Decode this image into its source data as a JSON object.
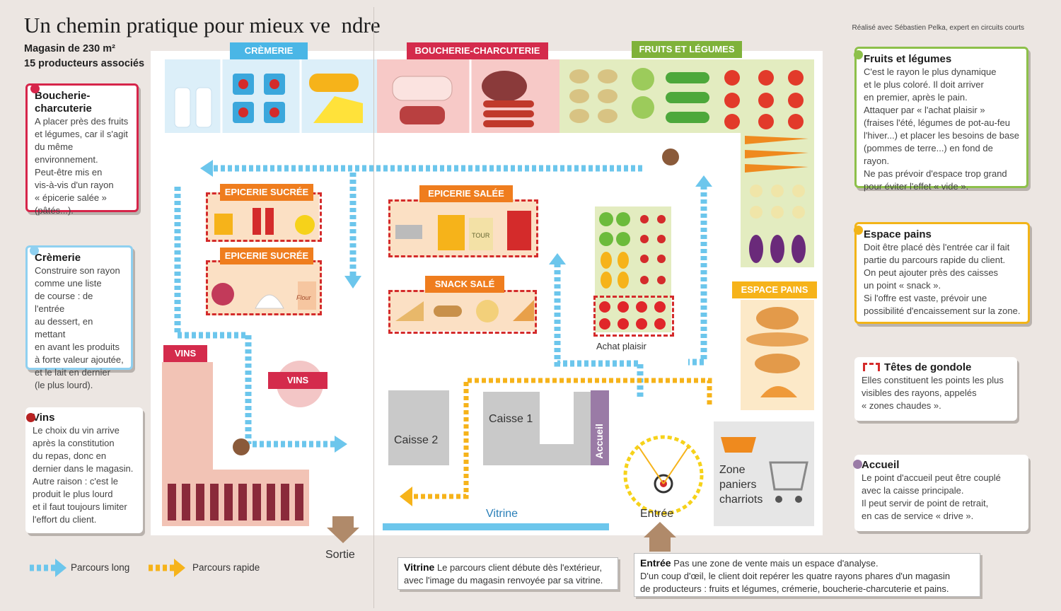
{
  "header": {
    "title": "Un chemin pratique pour mieux ve  ndre",
    "subtitle_1": "Magasin de 230 m²",
    "subtitle_2": "15 producteurs associés",
    "credit": "Réalisé avec Sébastien Pelka, expert en circuits courts"
  },
  "left_cards": {
    "boucherie": {
      "title": "Boucherie-\ncharcuterie",
      "text": "A placer près des fruits\net légumes, car il s'agit\ndu même environnement.\nPeut-être mis en\nvis-à-vis d'un rayon\n« épicerie salée »\n(pâtés...).",
      "color": "#d6254a"
    },
    "cremerie": {
      "title": "Crèmerie",
      "text": "Construire son rayon\ncomme une liste\nde course : de l'entrée\nau dessert, en mettant\nen avant les produits\nà forte valeur ajoutée,\net le lait en dernier\n(le plus lourd).",
      "color": "#8fd0f0"
    },
    "vins": {
      "title": "Vins",
      "text": "Le choix du vin arrive\naprès la constitution\ndu repas, donc en\ndernier dans le magasin.\nAutre raison : c'est le\nproduit le plus lourd\net il faut toujours limiter\nl'effort du client.",
      "color": "#b72222"
    }
  },
  "right_cards": {
    "fruits": {
      "title": "Fruits et légumes",
      "text": "C'est le rayon le plus dynamique\net le plus coloré. Il doit arriver\nen premier, après le pain.\nAttaquer par « l'achat plaisir »\n(fraises l'été, légumes de pot-au-feu\nl'hiver...) et placer les besoins de base\n(pommes de terre...) en fond de rayon.\nNe pas prévoir d'espace trop grand\npour éviter l'effet « vide ».",
      "color": "#8dc04a"
    },
    "pains": {
      "title": "Espace pains",
      "text": "Doit être placé dès l'entrée car il fait\npartie du parcours rapide du client.\nOn peut ajouter près des caisses\nun point « snack ».\nSi l'offre est vaste, prévoir une\npossibilité d'encaissement sur la zone.",
      "color": "#f2b418"
    },
    "gondole": {
      "title": "Têtes de gondole",
      "text": "Elles constituent les points les plus\nvisibles des rayons, appelés\n« zones chaudes ».",
      "color": "#d42b2b"
    },
    "accueil": {
      "title": "Accueil",
      "text": "Le point d'accueil peut être couplé\navec la caisse principale.\nIl peut servir de point de retrait,\nen cas de service « drive ».",
      "color": "#9a7ba6"
    }
  },
  "plan": {
    "banners": {
      "cremerie": "CRÈMERIE",
      "boucherie": "BOUCHERIE-CHARCUTERIE",
      "fruits": "FRUITS ET LÉGUMES",
      "epicerie_sucree_1": "EPICERIE SUCRÉE",
      "epicerie_sucree_2": "EPICERIE SUCRÉE",
      "epicerie_salee": "EPICERIE SALÉE",
      "snack": "SNACK SALÉ",
      "vins": "VINS",
      "vins_badge": "VINS",
      "pains": "ESPACE PAINS"
    },
    "labels": {
      "caisse1": "Caisse 1",
      "caisse2": "Caisse 2",
      "accueil": "Accueil",
      "zone": "Zone\npaniers\ncharriots",
      "achat_plaisir": "Achat plaisir",
      "vitrine": "Vitrine",
      "entree": "Entrée",
      "sortie": "Sortie",
      "flour": "Flour",
      "tour": "TOUR"
    },
    "colors": {
      "blue_path": "#6cc6ec",
      "orange_path": "#f6b31a",
      "cremerie": "#dceff9",
      "boucherie": "#f7c9c7",
      "fruits": "#e3ecc0",
      "banner_blue": "#4ab6e6",
      "banner_red": "#d42b4c",
      "banner_green": "#7fb23a",
      "banner_orange": "#ef7d1e"
    }
  },
  "legend": {
    "long": "Parcours long",
    "rapide": "Parcours rapide"
  },
  "bottom": {
    "vitrine_title": "Vitrine",
    "vitrine_text": "Le parcours client débute dès l'extérieur,\navec l'image du magasin renvoyée par sa vitrine.",
    "entree_title": "Entrée",
    "entree_text": "Pas une zone de vente mais un espace d'analyse.\nD'un coup d'œil, le client doit repérer les quatre rayons phares d'un magasin\nde producteurs : fruits et légumes, crémerie, boucherie-charcuterie et pains."
  }
}
